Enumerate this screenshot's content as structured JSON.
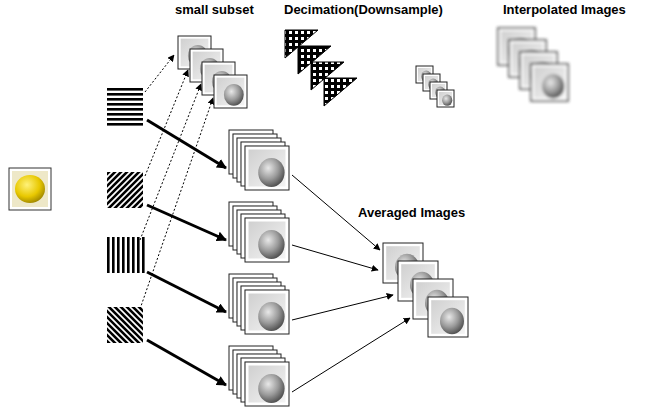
{
  "diagram": {
    "labels": [
      "small subset",
      "Decimation(Downsample)",
      "Interpolated Images",
      "Averaged Images"
    ]
  }
}
